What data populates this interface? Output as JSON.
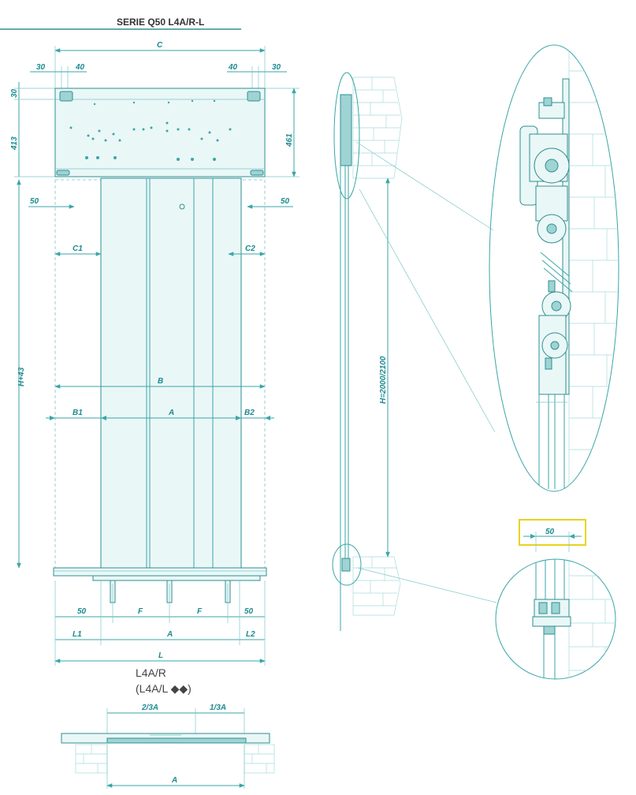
{
  "title": "SERIE Q50 L4A/R-L",
  "caption": {
    "line1": "L4A/R",
    "line2": "(L4A/L ◆◆)"
  },
  "front_view": {
    "dims": {
      "c": "C",
      "left_30": "30",
      "left_40": "40",
      "right_40": "40",
      "right_30": "30",
      "v_30": "30",
      "v_413": "413",
      "v_461": "461",
      "left_50": "50",
      "right_50": "50",
      "c1": "C1",
      "c2": "C2",
      "h43": "H+43",
      "b": "B",
      "b1": "B1",
      "a": "A",
      "b2": "B2",
      "bottom_50_left": "50",
      "f_left": "F",
      "f_right": "F",
      "bottom_50_right": "50",
      "l1": "L1",
      "a_bottom": "A",
      "l2": "L2",
      "l": "L"
    }
  },
  "side_view": {
    "h_label": "H=2000/2100"
  },
  "detail": {
    "highlight_50": "50"
  },
  "plan_view": {
    "two_thirds": "2/3A",
    "one_third": "1/3A",
    "a": "A"
  }
}
